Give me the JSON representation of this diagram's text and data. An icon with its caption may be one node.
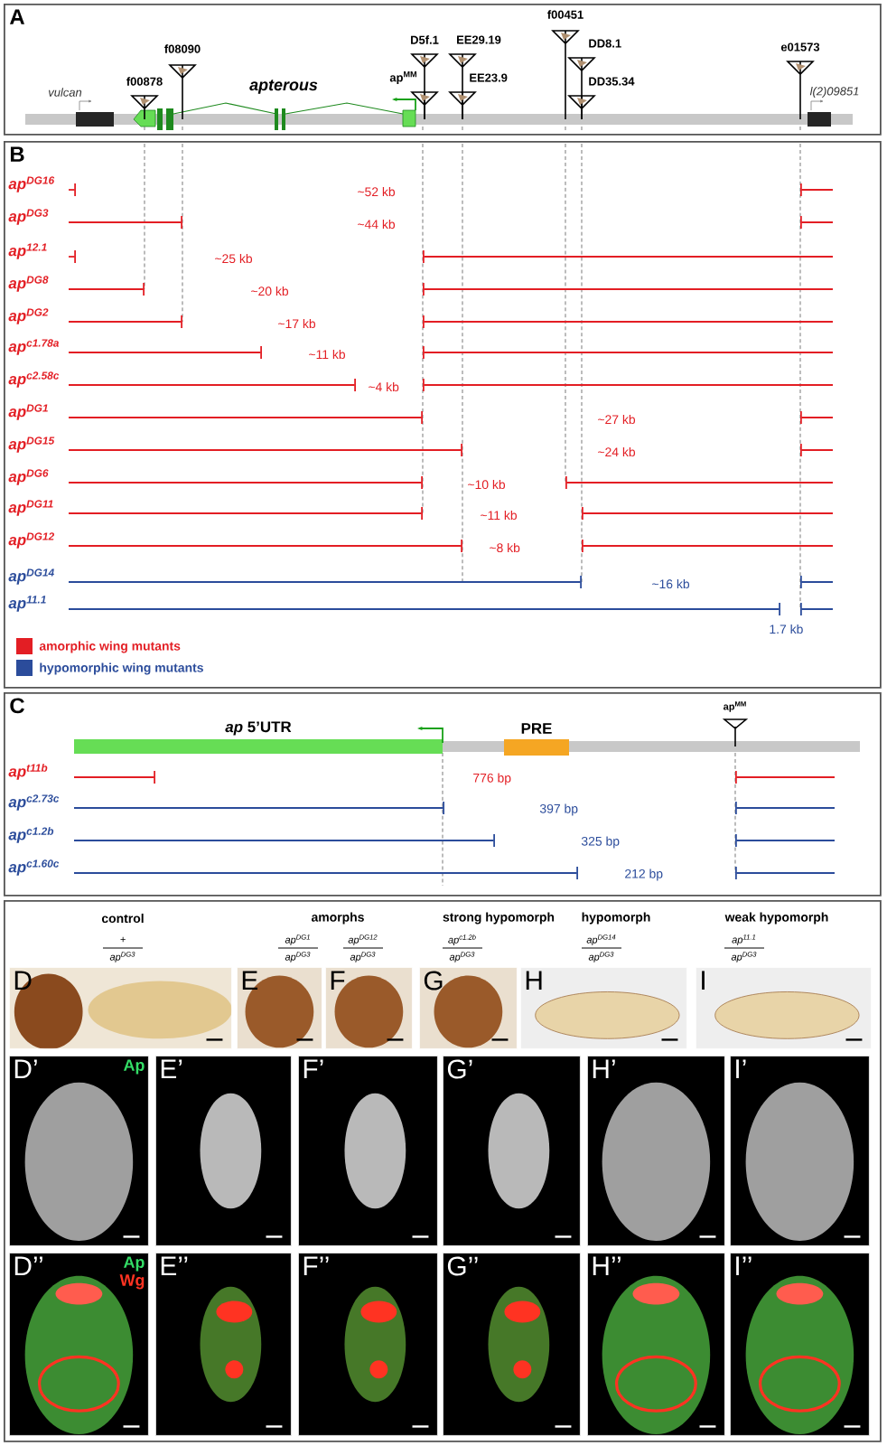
{
  "diagram": {
    "nodes": [
      {
        "text": [
          "A"
        ]
      },
      {
        "text": [
          "B"
        ]
      },
      {
        "text": [
          "C"
        ]
      },
      {
        "text": [],
        "shape": "box"
      },
      {
        "text": [
          "D"
        ],
        "in": 3
      },
      {
        "text": [
          "E"
        ],
        "in": 3
      },
      {
        "text": [
          "F"
        ],
        "in": 3
      },
      {
        "text": [
          "G"
        ],
        "in": 3
      },
      {
        "text": [
          "H"
        ],
        "in": 3
      },
      {
        "text": [
          "I"
        ],
        "in": 3
      },
      {
        "text": [
          "D’",
          "Ap"
        ],
        "in": 3
      },
      {
        "text": [
          "E’"
        ],
        "in": 3
      },
      {
        "text": [
          "F’"
        ],
        "in": 3
      },
      {
        "text": [
          "G’"
        ],
        "in": 3
      },
      {
        "text": [
          "H’"
        ],
        "in": 3
      },
      {
        "text": [
          "I’"
        ],
        "in": 3
      },
      {
        "text": [
          "D’’",
          "Ap",
          "Wg"
        ],
        "in": 3
      },
      {
        "text": [
          "E’’"
        ],
        "in": 3
      },
      {
        "text": [
          "F’’"
        ],
        "in": 3
      },
      {
        "text": [
          "G’’"
        ],
        "in": 3
      },
      {
        "text": [
          "H’’"
        ],
        "in": 3
      },
      {
        "text": [
          "I’’"
        ],
        "in": 3
      }
    ],
    "labels": [
      "f00451",
      "f08090",
      "D5f.1",
      "EE29.19",
      "DD8.1",
      "e01573",
      "vulcan",
      "f00878",
      "apterous",
      "ap$^{MM}$",
      "EE23.9",
      "DD35.34",
      "l(2)09851",
      "ap$^{DG16}$",
      "~52 kb",
      "ap$^{DG3}$",
      "~44 kb",
      "ap$^{12.1}$",
      "~25 kb",
      "ap$^{DG8}$",
      "~20 kb",
      "ap$^{DG2}$",
      "~17 kb",
      "ap$^{c1.78a}$",
      "~11 kb",
      "ap$^{c2.58c}$",
      "~4 kb",
      "ap$^{DG1}$",
      "~27 kb",
      "ap$^{DG15}$",
      "~24 kb",
      "ap$^{DG6}$",
      "~10 kb",
      "ap$^{DG11}$",
      "~11 kb",
      "ap$^{DG12}$",
      "~8 kb",
      "ap$^{DG14}$",
      "~16 kb",
      "ap$^{11.1}$",
      "1.7 kb",
      "*ap* 5’UTR",
      "ap$^{MM}$",
      "PRE",
      "ap$^{t11b}$",
      "776 bp",
      "ap$^{c2.73c}$",
      "397 bp",
      "ap$^{c1.2b}$",
      "325 bp",
      "ap$^{c1.60c}$",
      "212 bp",
      "control",
      "amorphs",
      "strong hypomorph",
      "hypomorph",
      "weak hypomorph",
      "+",
      "ap$^{DG3}$",
      "ap$^{DG1}$",
      "ap$^{DG3}$",
      "ap$^{DG12}$",
      "ap$^{DG3}$",
      "ap$^{c1.2b}$",
      "ap$^{DG3}$",
      "ap$^{DG14}$",
      "ap$^{DG3}$",
      "ap$^{11.1}$",
      "ap$^{DG3}$"
    ],
    "legend": [
      {
        "text": "amorphic wing mutants",
        "color": "#e31e24"
      },
      {
        "text": "hypomorphic wing mutants",
        "color": "#2b4c9b"
      }
    ]
  }
}
